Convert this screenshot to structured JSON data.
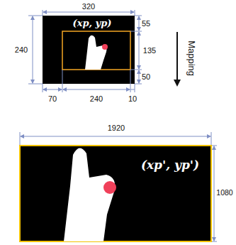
{
  "diagram": {
    "labels": [
      "320",
      "55",
      "240",
      "135",
      "50",
      "70",
      "240",
      "10",
      "Mapping",
      "(xp, yp)",
      "1920",
      "(xp', yp')",
      "1080"
    ]
  }
}
